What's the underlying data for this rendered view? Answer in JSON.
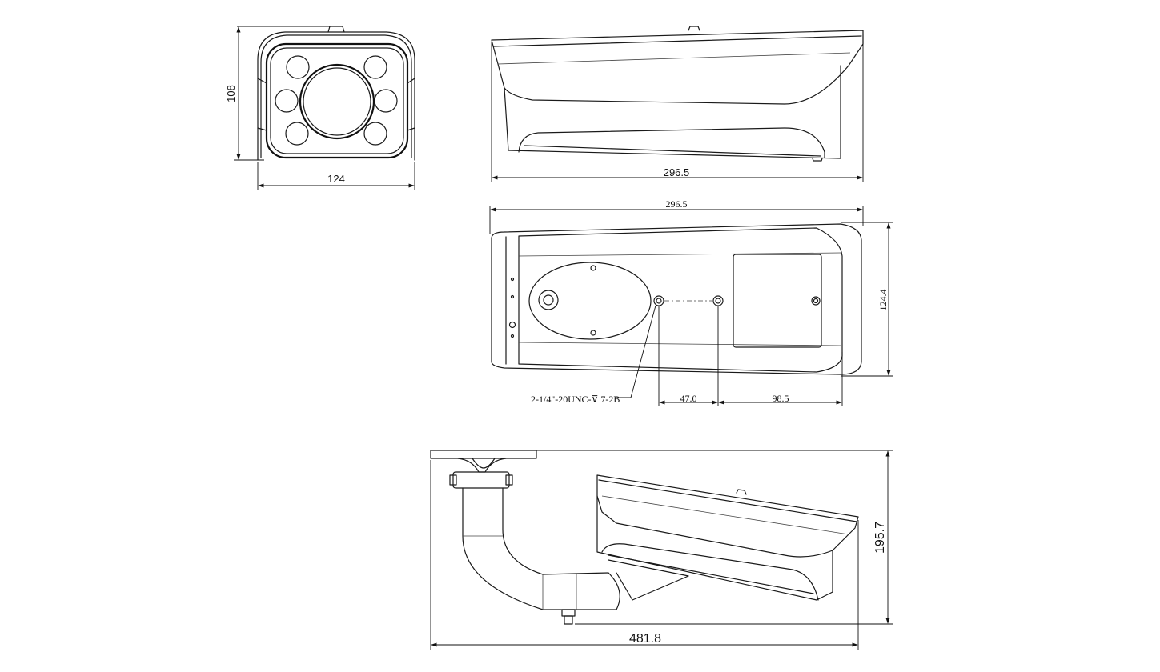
{
  "dimensions": {
    "front_height": "108",
    "front_width": "124",
    "side_length": "296.5",
    "bottom_length": "296.5",
    "bottom_width": "124.4",
    "hole_spacing": "47.0",
    "hole_to_end": "98.5",
    "mount_thread": "2-1/4\"-20UNC-",
    "mount_depth": "7-2B",
    "bracket_height": "195.7",
    "bracket_length": "481.8"
  }
}
